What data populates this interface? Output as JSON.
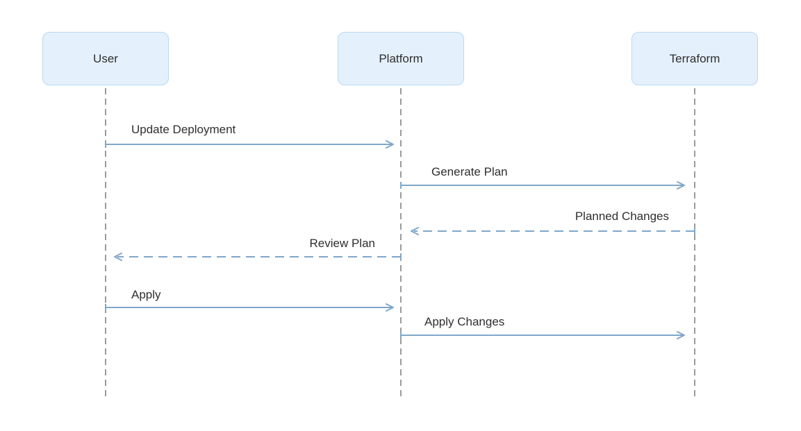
{
  "diagram": {
    "type": "sequence",
    "actors": [
      {
        "label": "User"
      },
      {
        "label": "Platform"
      },
      {
        "label": "Terraform"
      }
    ],
    "messages": [
      {
        "from": "User",
        "to": "Platform",
        "label": "Update Deployment",
        "line": "solid",
        "direction": "right"
      },
      {
        "from": "Platform",
        "to": "Terraform",
        "label": "Generate Plan",
        "line": "solid",
        "direction": "right"
      },
      {
        "from": "Terraform",
        "to": "Platform",
        "label": "Planned Changes",
        "line": "dashed",
        "direction": "left"
      },
      {
        "from": "Platform",
        "to": "User",
        "label": "Review Plan",
        "line": "dashed",
        "direction": "left"
      },
      {
        "from": "User",
        "to": "Platform",
        "label": "Apply",
        "line": "solid",
        "direction": "right"
      },
      {
        "from": "Platform",
        "to": "Terraform",
        "label": "Apply Changes",
        "line": "solid",
        "direction": "right"
      }
    ],
    "colors": {
      "background": "#FFFFFF",
      "actor_fill": "#E4F0FB",
      "actor_border": "#B9D9F2",
      "actor_text": "#2E2E2E",
      "arrow": "#7FA7C9",
      "lifeline": "#9A9A9A",
      "message_text": "#2E2E2E"
    }
  }
}
